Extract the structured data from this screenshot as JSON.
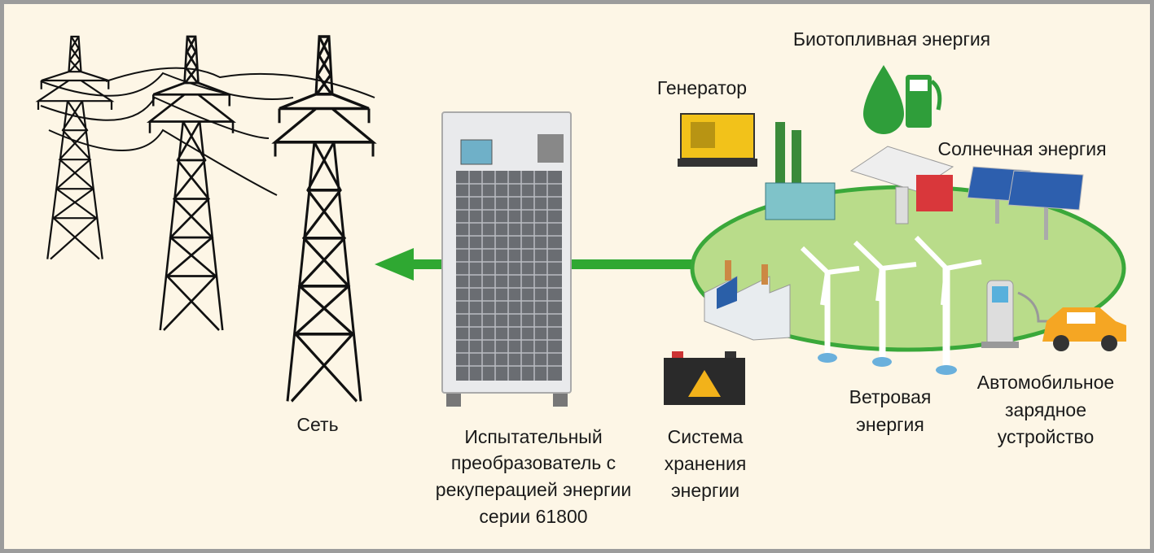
{
  "labels": {
    "grid": "Сеть",
    "converter": [
      "Испытательный",
      "преобразователь с",
      "рекуперацией энергии",
      "серии 61800"
    ],
    "storage": [
      "Система",
      "хранения",
      "энергии"
    ],
    "wind": [
      "Ветровая",
      "энергия"
    ],
    "ev_charger": [
      "Автомобильное",
      "зарядное",
      "устройство"
    ],
    "generator": "Генератор",
    "biofuel": "Биотопливная энергия",
    "solar": "Солнечная энергия"
  },
  "colors": {
    "arrow": "#2fa832",
    "field": "#b9dc8a",
    "field_border": "#3aa83a",
    "background": "#fdf6e6"
  }
}
